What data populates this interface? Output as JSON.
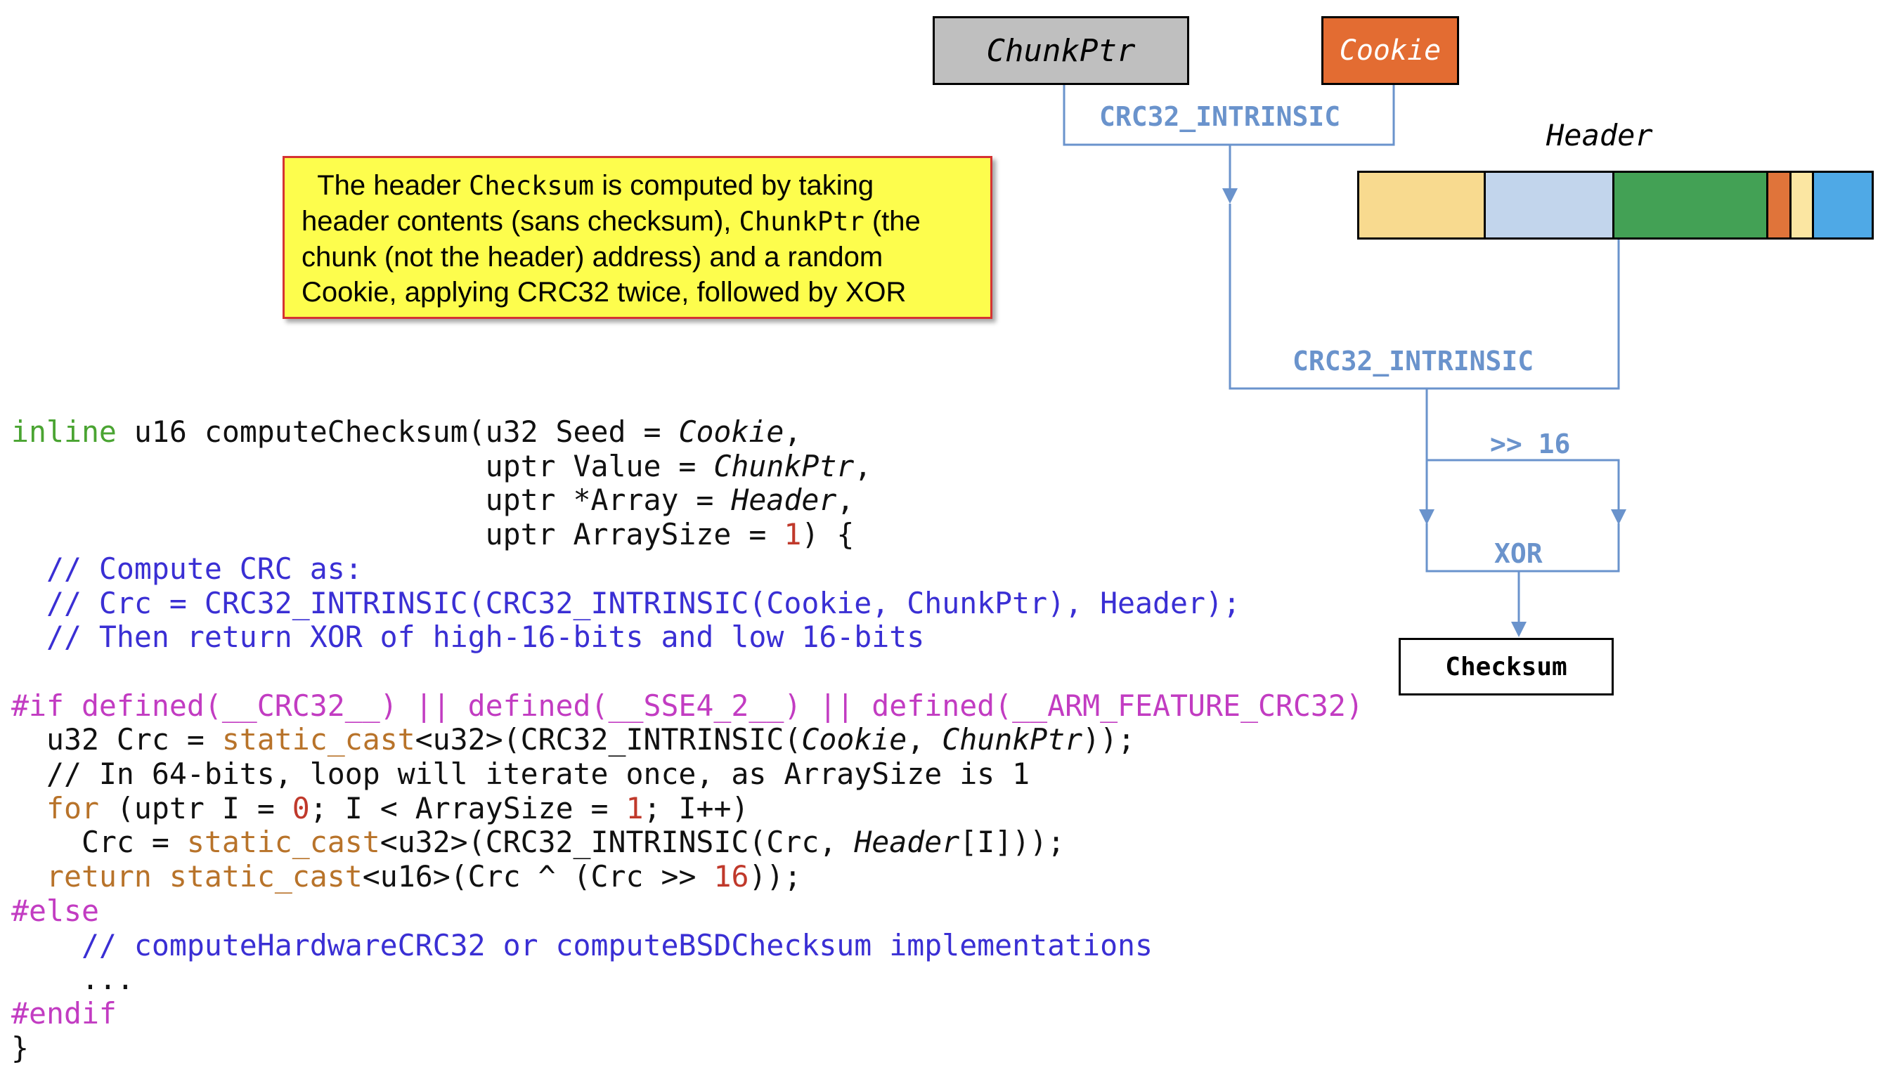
{
  "diagram": {
    "chunkptr_box": "ChunkPtr",
    "cookie_box": "Cookie",
    "header_label": "Header",
    "crc_label_top": "CRC32_INTRINSIC",
    "crc_label_mid": "CRC32_INTRINSIC",
    "shift_label": ">> 16",
    "xor_label": "XOR",
    "checksum_box": "Checksum",
    "header_segment_colors": [
      "#f8da8f",
      "#c2d5ec",
      "#43a155",
      "#e0743a",
      "#fbe6a2",
      "#4fa9e6"
    ],
    "line_color": "#6a93cc"
  },
  "note": {
    "line1_pre": "The header ",
    "line1_code": "Checksum",
    "line1_post": " is computed by taking",
    "line2_pre": "header contents (sans checksum), ",
    "line2_code": "ChunkPtr",
    "line2_post": " (the",
    "line3": "chunk (not the header) address) and a random",
    "line4": "Cookie, applying CRC32 twice, followed by XOR"
  },
  "code": {
    "l1_kw": "inline",
    "l1_a": " u16 computeChecksum(u32 Seed = ",
    "l1_it": "Cookie",
    "l1_b": ",",
    "l2_a": "                           uptr Value = ",
    "l2_it": "ChunkPtr",
    "l2_b": ",",
    "l3_a": "                           uptr *Array = ",
    "l3_it": "Header",
    "l3_b": ",",
    "l4_a": "                           uptr ArraySize = ",
    "l4_num": "1",
    "l4_b": ") {",
    "l5_cm": "  // Compute CRC as:",
    "l6_cm": "  // Crc = CRC32_INTRINSIC(CRC32_INTRINSIC(Cookie, ChunkPtr), Header);",
    "l7_cm": "  // Then return XOR of high-16-bits and low 16-bits",
    "l9_pp": "#if defined(__CRC32__) || defined(__SSE4_2__) || defined(__ARM_FEATURE_CRC32)",
    "l10_a": "  u32 Crc = ",
    "l10_sc": "static_cast",
    "l10_b": "<u32>(CRC32_INTRINSIC(",
    "l10_it1": "Cookie",
    "l10_c": ", ",
    "l10_it2": "ChunkPtr",
    "l10_d": "));",
    "l11": "  // In 64-bits, loop will iterate once, as ArraySize is 1",
    "l12_ind": "  ",
    "l12_kw": "for",
    "l12_a": " (uptr I = ",
    "l12_n1": "0",
    "l12_b": "; I < ArraySize = ",
    "l12_n2": "1",
    "l12_c": "; I++)",
    "l13_a": "    Crc = ",
    "l13_sc": "static_cast",
    "l13_b": "<u32>(CRC32_INTRINSIC(Crc, ",
    "l13_it": "Header",
    "l13_c": "[I]));",
    "l14_ind": "  ",
    "l14_kw": "return",
    "l14_a": " ",
    "l14_sc": "static_cast",
    "l14_b": "<u16>(Crc ^ (Crc >> ",
    "l14_num": "16",
    "l14_c": "));",
    "l15_pp": "#else",
    "l16_cm": "    // computeHardwareCRC32 or computeBSDChecksum implementations",
    "l17": "    ...",
    "l18_pp": "#endif",
    "l19": "}"
  }
}
